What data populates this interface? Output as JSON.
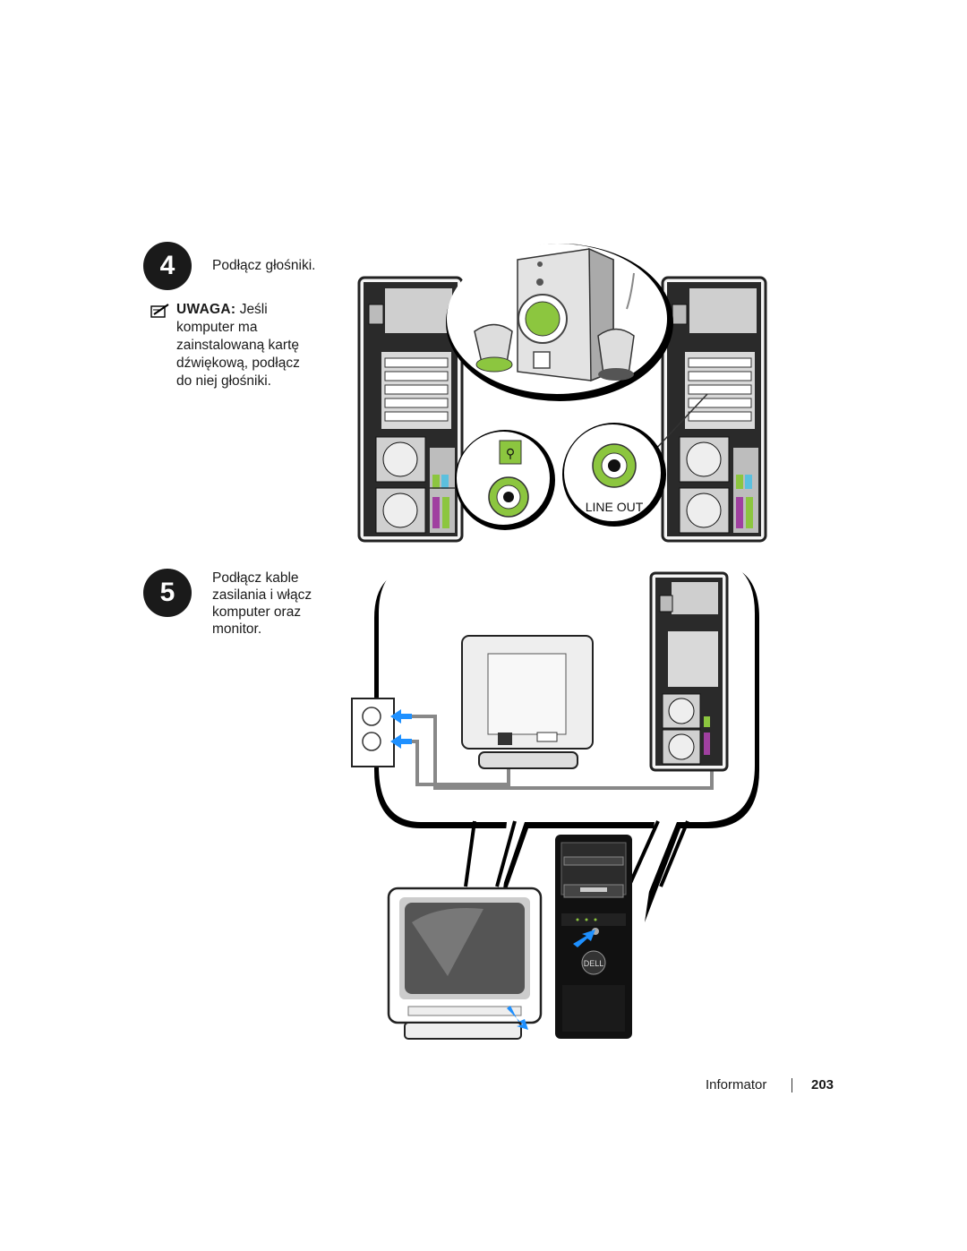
{
  "step4": {
    "number": "4",
    "instruction": "Podłącz głośniki.",
    "note_label": "UWAGA:",
    "note_lines": [
      "Jeśli",
      "komputer ma",
      "zainstalowaną kartę",
      "dźwiękową, podłącz",
      "do niej głośniki."
    ]
  },
  "step5": {
    "number": "5",
    "lines": [
      "Podłącz kable",
      "zasilania i włącz",
      "komputer oraz",
      "monitor."
    ]
  },
  "illustration": {
    "line_out_label": "LINE OUT",
    "logo_text": "DELL",
    "accent_green": "#8cc63f",
    "arrow_blue": "#1e90ff"
  },
  "footer": {
    "section": "Informator",
    "page_number": "203"
  }
}
